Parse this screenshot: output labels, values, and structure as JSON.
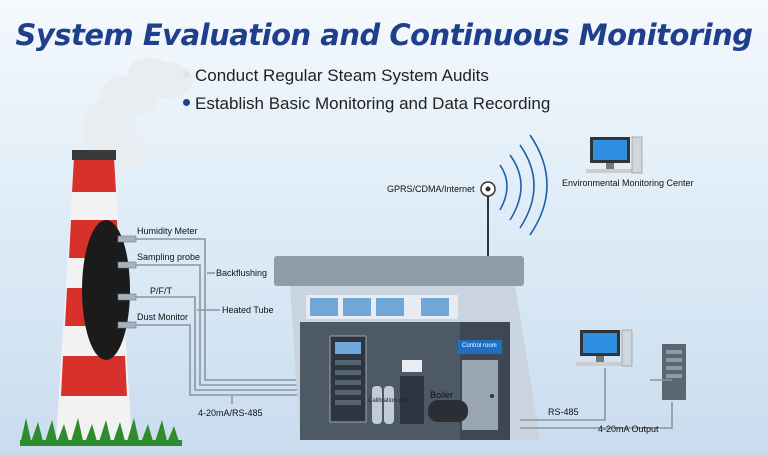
{
  "title": "System Evaluation and Continuous Monitoring",
  "bullets": [
    "Conduct Regular Steam System Audits",
    "Establish Basic Monitoring and Data Recording"
  ],
  "labels": {
    "humidity_meter": "Humidity Meter",
    "sampling_probe": "Sampling probe",
    "backflushing": "Backflushing",
    "pft": "P/F/T",
    "heated_tube": "Heated Tube",
    "dust_monitor": "Dust Monitor",
    "signal_420_rs485": "4-20mA/RS-485",
    "gprs": "GPRS/CDMA/Internet",
    "env_center": "Environmental  Monitoring Center",
    "control_room": "Control room",
    "boiler": "Boiler",
    "calibration": "Calibration gas",
    "rs485": "RS-485",
    "output": "4-20mA Output"
  },
  "colors": {
    "title": "#1f3e8c",
    "chimney_red": "#d8312c",
    "chimney_white": "#f2f2f2",
    "building": "#c9d4de",
    "roof": "#8e9ba8",
    "pipe": "#8a96a2"
  }
}
